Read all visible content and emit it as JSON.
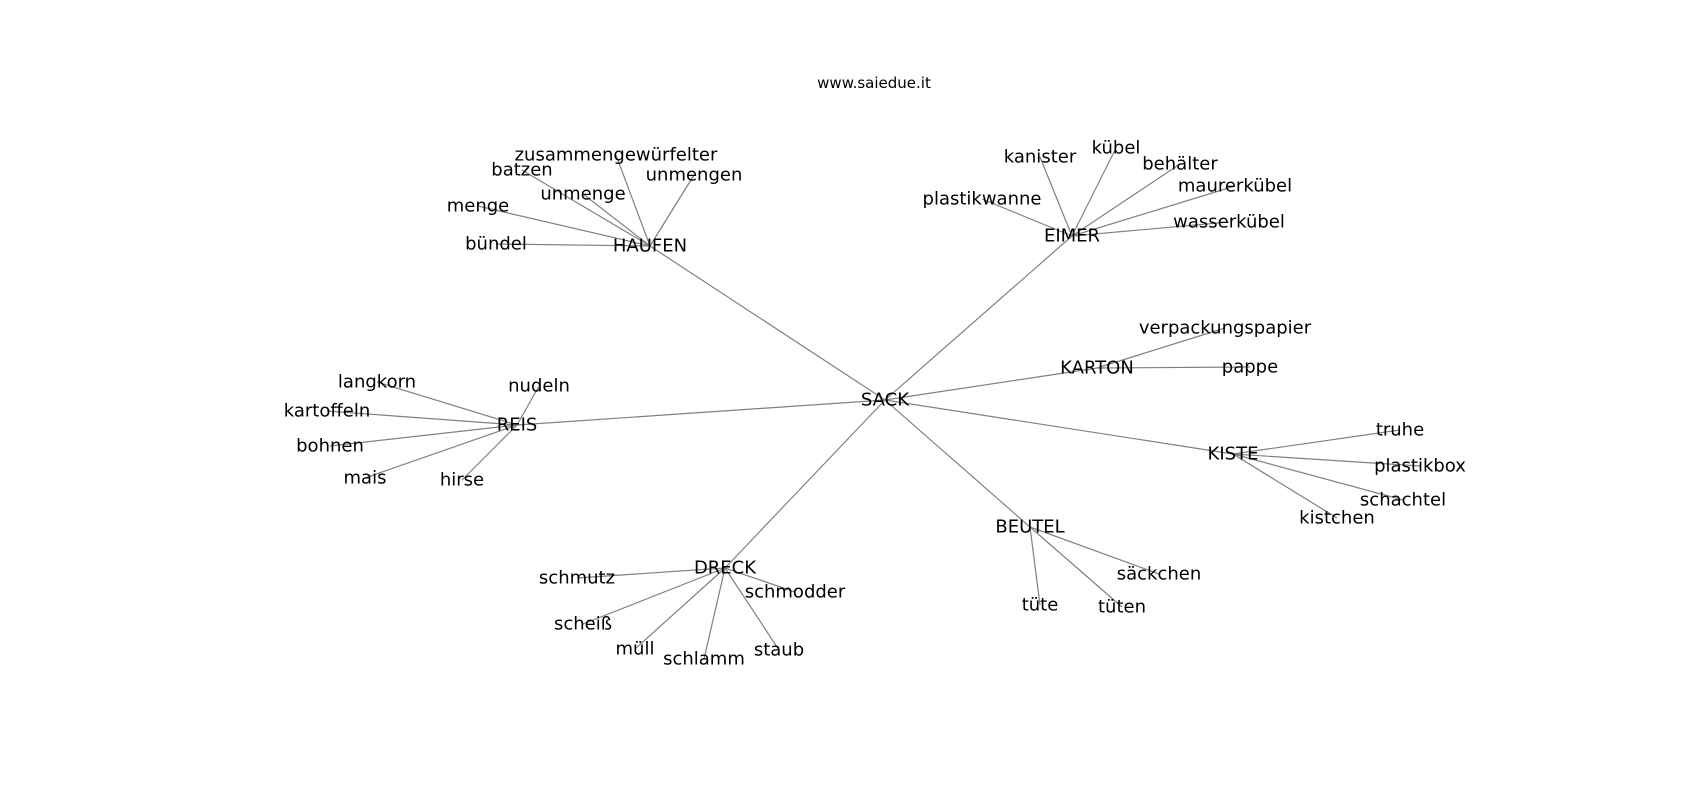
{
  "source_text": "www.saiedue.it",
  "nodes": {
    "SACK": "SACK",
    "HAUFEN": "HAUFEN",
    "EIMER": "EIMER",
    "KARTON": "KARTON",
    "KISTE": "KISTE",
    "BEUTEL": "BEUTEL",
    "DRECK": "DRECK",
    "REIS": "REIS",
    "zusammengewuerfelter": "zusammengewürfelter",
    "batzen": "batzen",
    "unmengen": "unmengen",
    "unmenge": "unmenge",
    "menge": "menge",
    "buendel": "bündel",
    "kanister": "kanister",
    "kuebel": "kübel",
    "behaelter": "behälter",
    "maurerkuebel": "maurerkübel",
    "plastikwanne": "plastikwanne",
    "wasserkuebel": "wasserkübel",
    "verpackungspapier": "verpackungspapier",
    "pappe": "pappe",
    "truhe": "truhe",
    "plastikbox": "plastikbox",
    "schachtel": "schachtel",
    "kistchen": "kistchen",
    "saeckchen": "säckchen",
    "tuete": "tüte",
    "tueten": "tüten",
    "schmutz": "schmutz",
    "schmodder": "schmodder",
    "scheiss": "scheiß",
    "muell": "müll",
    "schlamm": "schlamm",
    "staub": "staub",
    "langkorn": "langkorn",
    "nudeln": "nudeln",
    "kartoffeln": "kartoffeln",
    "bohnen": "bohnen",
    "mais": "mais",
    "hirse": "hirse"
  },
  "edges": [
    [
      "SACK",
      "HAUFEN"
    ],
    [
      "SACK",
      "EIMER"
    ],
    [
      "SACK",
      "KARTON"
    ],
    [
      "SACK",
      "KISTE"
    ],
    [
      "SACK",
      "BEUTEL"
    ],
    [
      "SACK",
      "DRECK"
    ],
    [
      "SACK",
      "REIS"
    ],
    [
      "HAUFEN",
      "zusammengewuerfelter"
    ],
    [
      "HAUFEN",
      "batzen"
    ],
    [
      "HAUFEN",
      "unmengen"
    ],
    [
      "HAUFEN",
      "unmenge"
    ],
    [
      "HAUFEN",
      "menge"
    ],
    [
      "HAUFEN",
      "buendel"
    ],
    [
      "EIMER",
      "kanister"
    ],
    [
      "EIMER",
      "kuebel"
    ],
    [
      "EIMER",
      "behaelter"
    ],
    [
      "EIMER",
      "maurerkuebel"
    ],
    [
      "EIMER",
      "plastikwanne"
    ],
    [
      "EIMER",
      "wasserkuebel"
    ],
    [
      "KARTON",
      "verpackungspapier"
    ],
    [
      "KARTON",
      "pappe"
    ],
    [
      "KISTE",
      "truhe"
    ],
    [
      "KISTE",
      "plastikbox"
    ],
    [
      "KISTE",
      "schachtel"
    ],
    [
      "KISTE",
      "kistchen"
    ],
    [
      "BEUTEL",
      "saeckchen"
    ],
    [
      "BEUTEL",
      "tuete"
    ],
    [
      "BEUTEL",
      "tueten"
    ],
    [
      "DRECK",
      "schmutz"
    ],
    [
      "DRECK",
      "schmodder"
    ],
    [
      "DRECK",
      "scheiss"
    ],
    [
      "DRECK",
      "muell"
    ],
    [
      "DRECK",
      "schlamm"
    ],
    [
      "DRECK",
      "staub"
    ],
    [
      "REIS",
      "langkorn"
    ],
    [
      "REIS",
      "nudeln"
    ],
    [
      "REIS",
      "kartoffeln"
    ],
    [
      "REIS",
      "bohnen"
    ],
    [
      "REIS",
      "mais"
    ],
    [
      "REIS",
      "hirse"
    ]
  ]
}
